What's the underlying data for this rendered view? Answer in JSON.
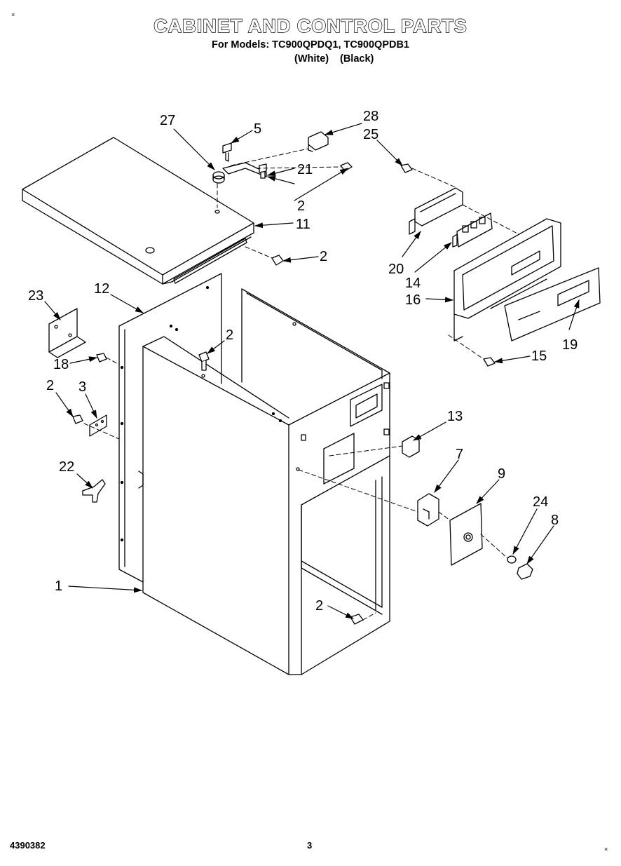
{
  "header": {
    "title": "CABINET AND CONTROL PARTS",
    "subtitle": "For Models: TC900QPDQ1, TC900QPDB1",
    "color_white": "(White)",
    "color_black": "(Black)"
  },
  "footer": {
    "doc_number": "4390382",
    "page_number": "3"
  },
  "corner_marks": {
    "top_left": "×",
    "bottom_right": "×"
  },
  "callouts": {
    "p1": "1",
    "p2a": "2",
    "p2b": "2",
    "p2c": "2",
    "p2d": "2",
    "p2e": "2",
    "p3": "3",
    "p5": "5",
    "p7": "7",
    "p8": "8",
    "p9": "9",
    "p11": "11",
    "p12": "12",
    "p13": "13",
    "p14": "14",
    "p15": "15",
    "p16": "16",
    "p18": "18",
    "p19": "19",
    "p20": "20",
    "p21": "21",
    "p22": "22",
    "p23": "23",
    "p24": "24",
    "p25": "25",
    "p27": "27",
    "p28": "28"
  }
}
